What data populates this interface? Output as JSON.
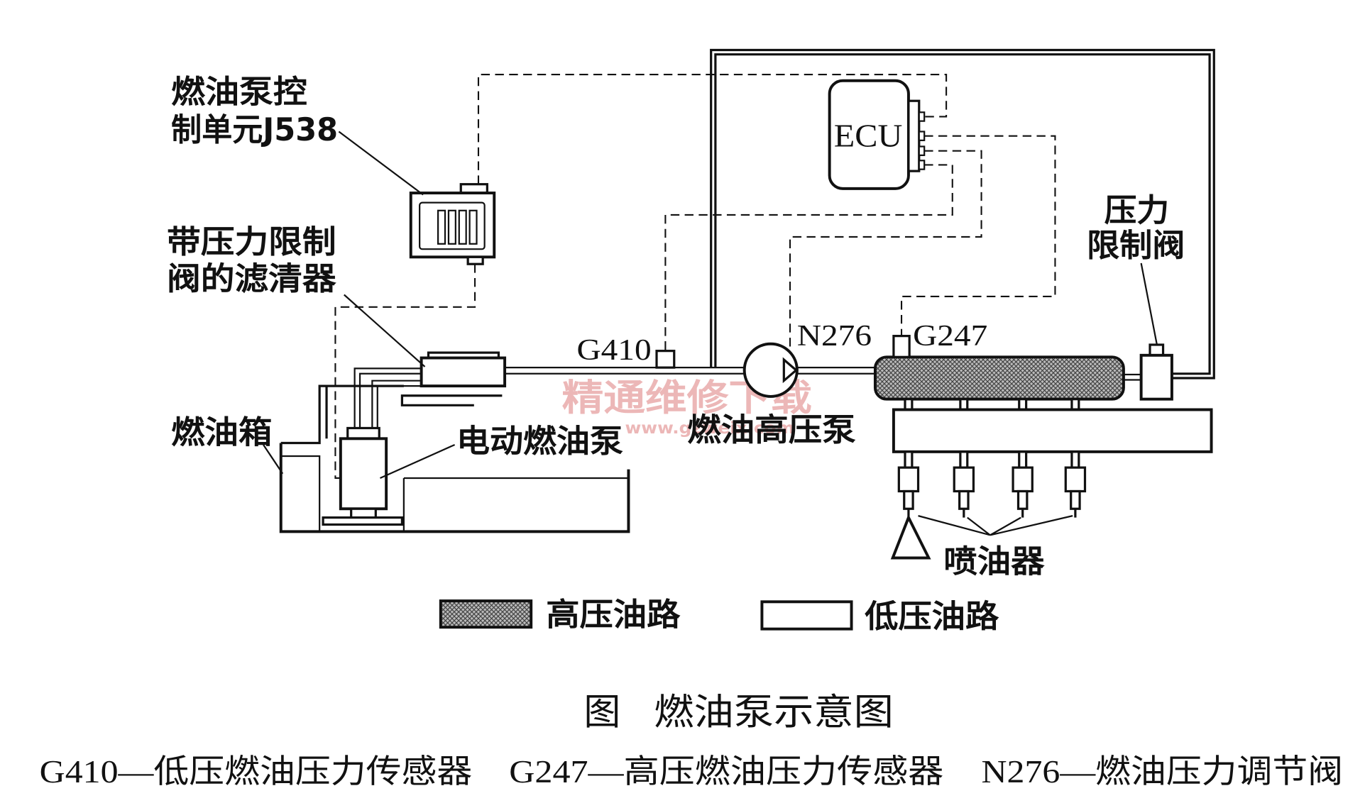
{
  "diagram": {
    "fuel_pump_control_unit": {
      "line1": "燃油泵控",
      "line2": "制单元J538"
    },
    "filter": {
      "line1": "带压力限制",
      "line2": "阀的滤清器"
    },
    "fuel_tank": "燃油箱",
    "electric_fuel_pump": "电动燃油泵",
    "ecu": "ECU",
    "low_pressure_sensor": "G410",
    "pressure_regulator_valve": "N276",
    "high_pressure_sensor": "G247",
    "high_pressure_pump": "燃油高压泵",
    "pressure_limiting_valve": {
      "line1": "压力",
      "line2": "限制阀"
    },
    "injectors": "喷油器"
  },
  "legend": {
    "high_pressure_line": "高压油路",
    "low_pressure_line": "低压油路"
  },
  "caption": {
    "figure_label": "图",
    "title": "燃油泵示意图",
    "notes": [
      "G410—低压燃油压力传感器",
      "G247—高压燃油压力传感器",
      "N276—燃油压力调节阀"
    ]
  },
  "watermark": {
    "line1": "精通维修下载",
    "line2": "www.gzweix.com"
  },
  "colors": {
    "line": "#111111",
    "hatch_fill": "#bdbdbd",
    "hatch_ink": "#3c3c3c",
    "watermark": "#e6a0a0"
  }
}
